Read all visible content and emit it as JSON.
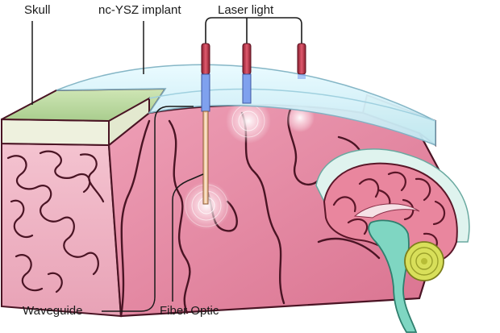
{
  "labels": {
    "skull": "Skull",
    "implant": "nc-YSZ implant",
    "laser": "Laser light",
    "waveguide": "Waveguide",
    "fiber": "Fiber Optic"
  },
  "colors": {
    "brain_surface": "#e79ab0",
    "brain_dark": "#c9657f",
    "sulcus": "#4a1424",
    "skull_top": "#bcd9a4",
    "skull_side": "#e8ecd8",
    "implant": "#cfeff8",
    "laser_red": "#c0344a",
    "fiber_blue": "#6f8fe8",
    "brainstem": "#7fd6c2",
    "cerebellum": "#d8df5a"
  }
}
